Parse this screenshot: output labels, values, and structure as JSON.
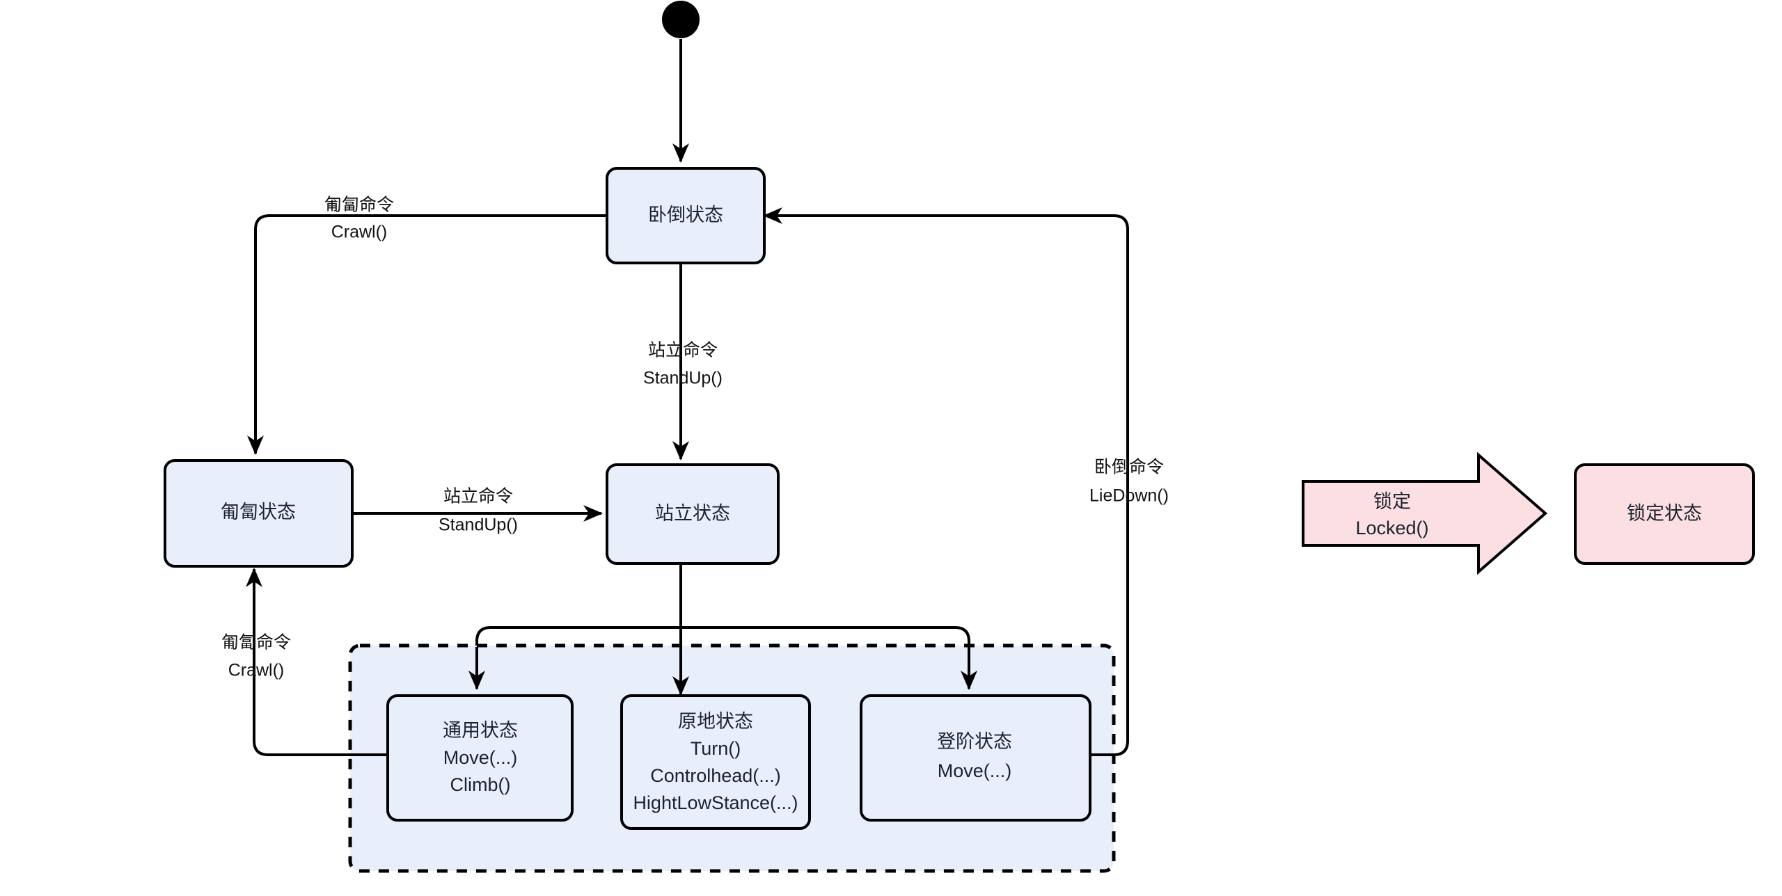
{
  "diagram": {
    "title": "Robot State Machine",
    "colors": {
      "node_fill": "#e9eefb",
      "node_stroke": "#000000",
      "locked_fill": "#fbdfe2",
      "group_fill": "#e9eefb",
      "text": "#1c2330"
    },
    "start_node": {
      "name": "initial-state"
    },
    "nodes": [
      {
        "id": "lie-down-state",
        "lines": [
          "卧倒状态"
        ]
      },
      {
        "id": "crawl-state",
        "lines": [
          "匍匐状态"
        ]
      },
      {
        "id": "stand-state",
        "lines": [
          "站立状态"
        ]
      },
      {
        "id": "general-state",
        "lines": [
          "通用状态",
          "Move(...)",
          "Climb()"
        ]
      },
      {
        "id": "in-place-state",
        "lines": [
          "原地状态",
          "Turn()",
          "Controlhead(...)",
          "HightLowStance(...)"
        ]
      },
      {
        "id": "stair-state",
        "lines": [
          "登阶状态",
          "Move(...)"
        ]
      },
      {
        "id": "locked-state",
        "lines": [
          "锁定状态"
        ]
      }
    ],
    "locked_arrow": {
      "lines": [
        "锁定",
        "Locked()"
      ]
    },
    "edge_labels": [
      {
        "id": "crawl-command-top",
        "lines": [
          "匍匐命令",
          "Crawl()"
        ]
      },
      {
        "id": "stand-command-vertical",
        "lines": [
          "站立命令",
          "StandUp()"
        ]
      },
      {
        "id": "stand-command-horizontal",
        "lines": [
          "站立命令",
          "StandUp()"
        ]
      },
      {
        "id": "crawl-command-bottom",
        "lines": [
          "匍匐命令",
          "Crawl()"
        ]
      },
      {
        "id": "lie-down-command",
        "lines": [
          "卧倒命令",
          "LieDown()"
        ]
      }
    ]
  }
}
